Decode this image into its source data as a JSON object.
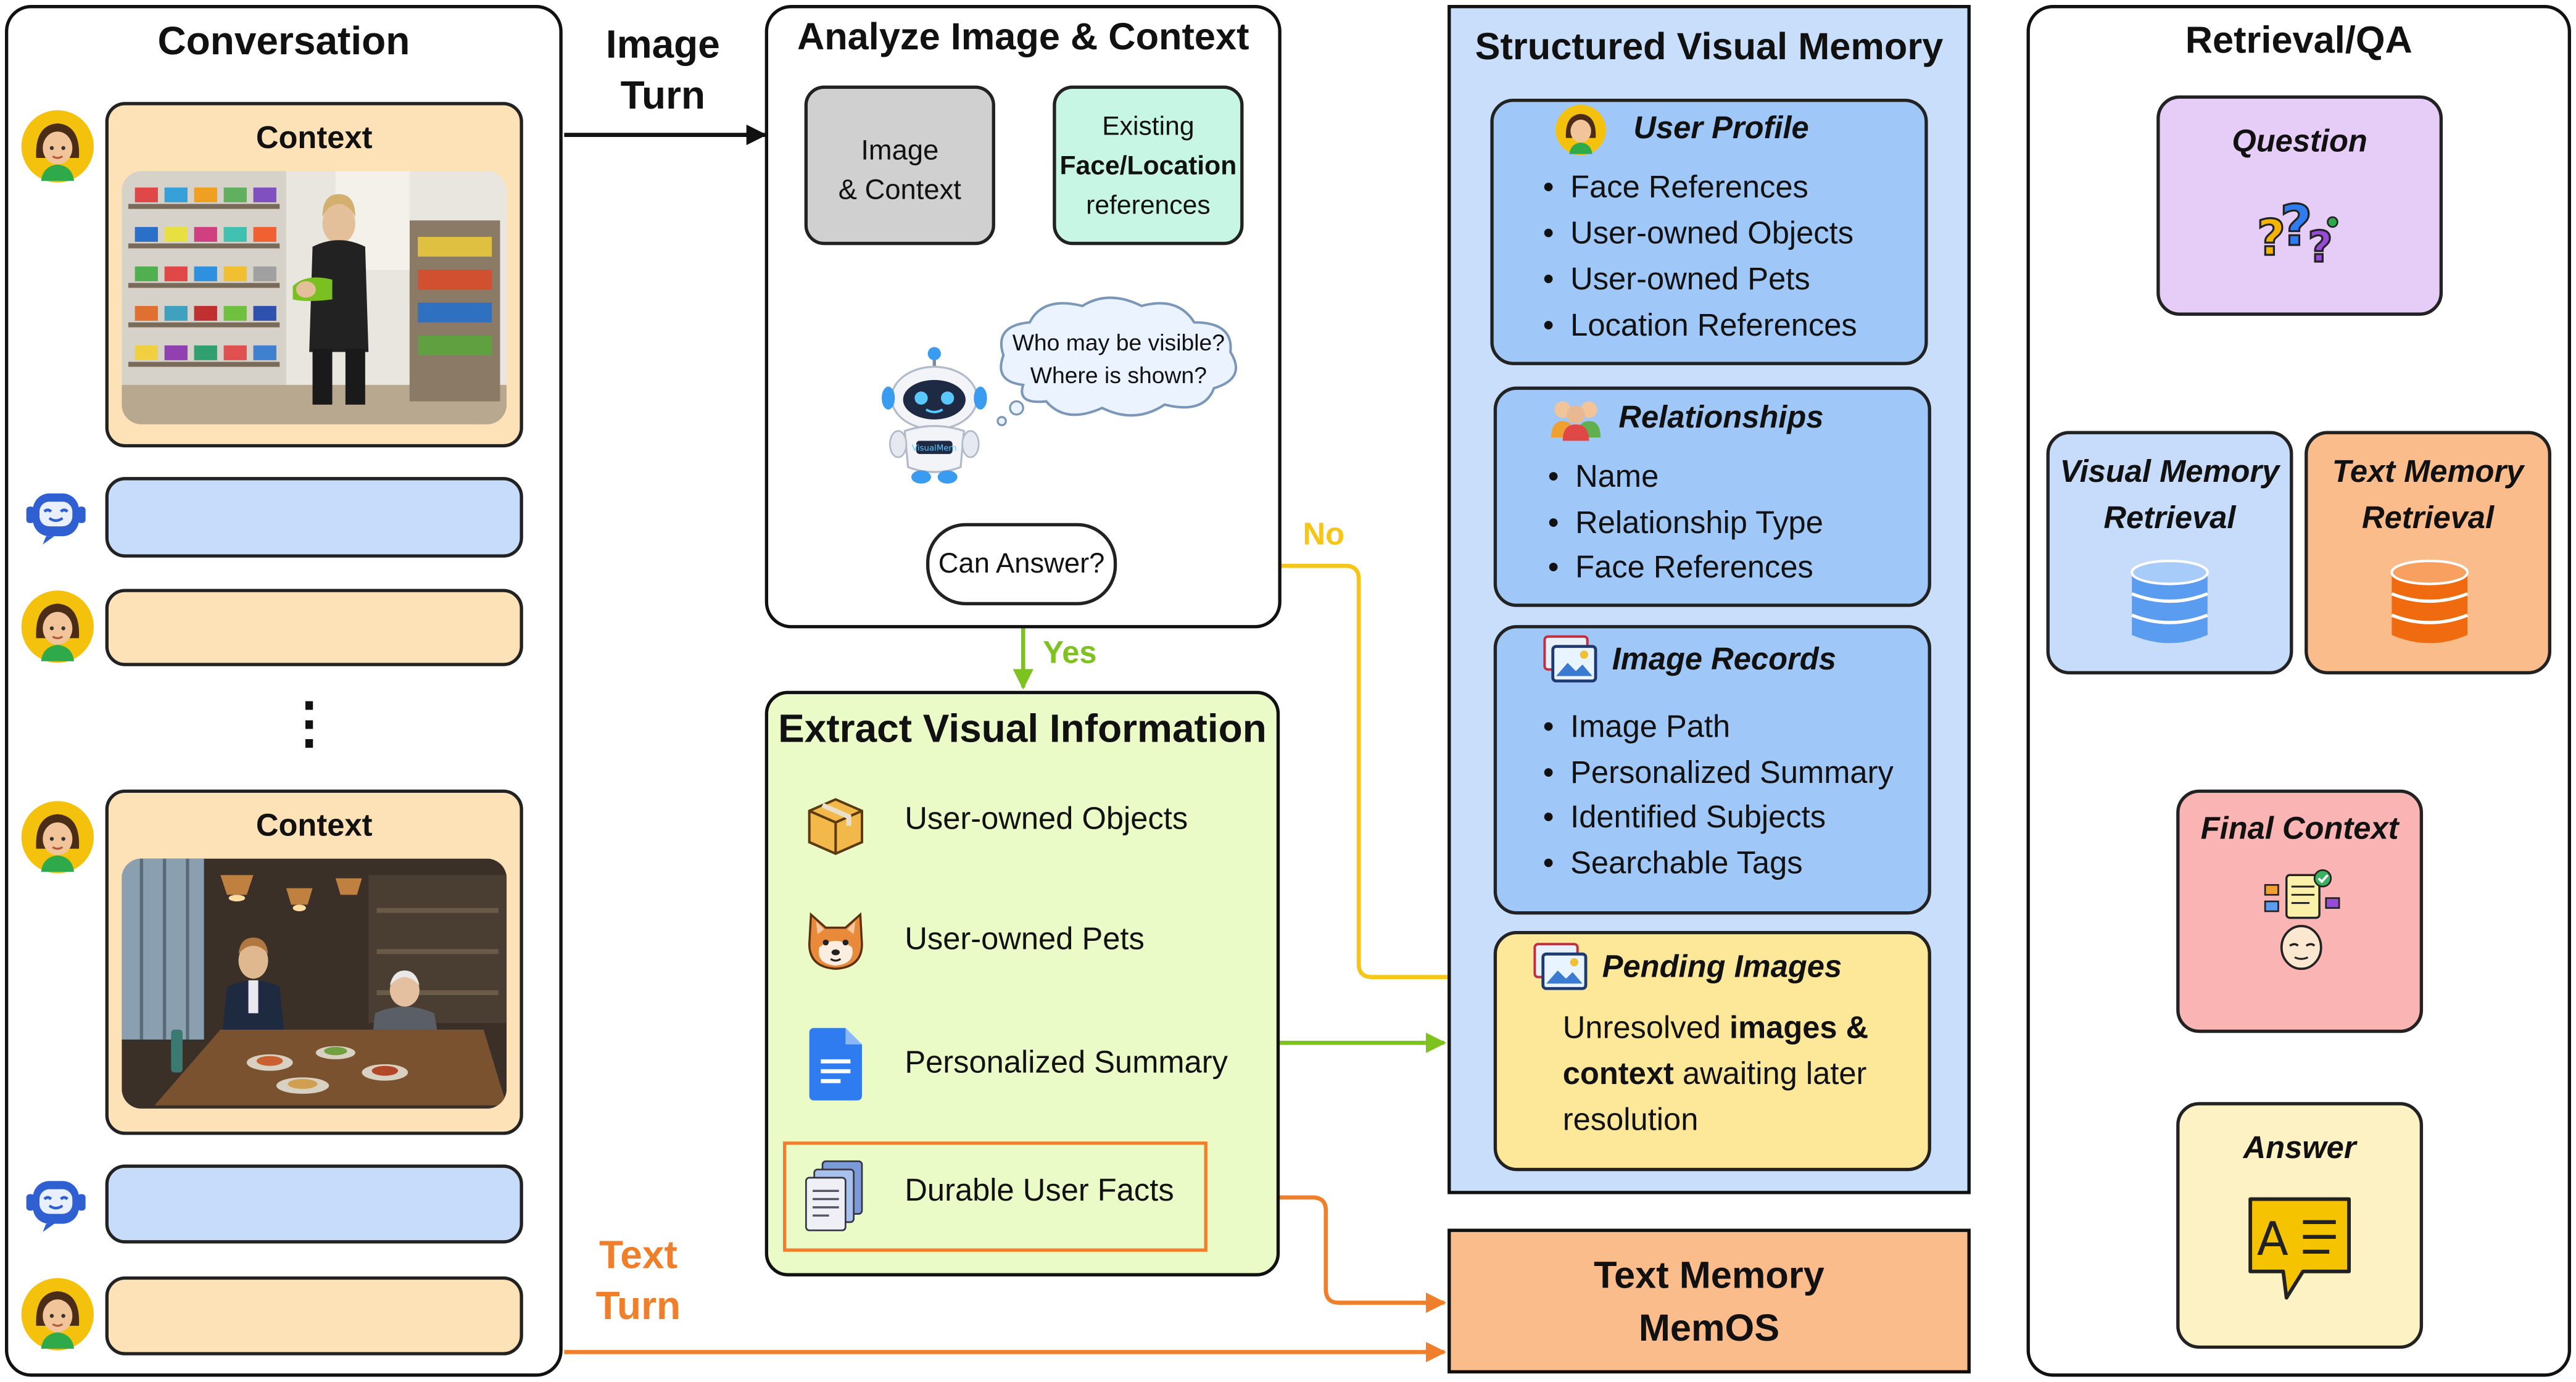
{
  "conversation": {
    "title": "Conversation",
    "context_label_1": "Context",
    "context_label_2": "Context",
    "ellipsis": "⋮"
  },
  "turn_labels": {
    "image_turn_line1": "Image",
    "image_turn_line2": "Turn",
    "text_turn_line1": "Text",
    "text_turn_line2": "Turn"
  },
  "analyze": {
    "title": "Analyze Image & Context",
    "image_context_line1": "Image",
    "image_context_line2": "& Context",
    "existing_line1": "Existing",
    "existing_line2": "Face/Location",
    "existing_line3": "references",
    "thought_line1": "Who may be visible?",
    "thought_line2": "Where is shown?",
    "robot_badge": "VisualMem",
    "can_answer": "Can Answer?",
    "no_label": "No",
    "yes_label": "Yes"
  },
  "extract": {
    "title": "Extract Visual Information",
    "items": [
      "User-owned Objects",
      "User-owned Pets",
      "Personalized Summary",
      "Durable User Facts"
    ]
  },
  "memory": {
    "title": "Structured Visual Memory",
    "user_profile": {
      "title": "User Profile",
      "items": [
        "Face References",
        "User-owned Objects",
        "User-owned Pets",
        "Location References"
      ]
    },
    "relationships": {
      "title": "Relationships",
      "items": [
        "Name",
        "Relationship Type",
        "Face References"
      ]
    },
    "image_records": {
      "title": "Image Records",
      "items": [
        "Image Path",
        "Personalized Summary",
        "Identified Subjects",
        "Searchable Tags"
      ]
    },
    "pending": {
      "title": "Pending Images",
      "line1_a": "Unresolved ",
      "line1_b": "images &",
      "line2_a": "context",
      "line2_b": " awaiting later",
      "line3": "resolution"
    }
  },
  "text_memory": {
    "line1": "Text Memory",
    "line2": "MemOS"
  },
  "retrieval": {
    "title": "Retrieval/QA",
    "question": "Question",
    "visual_line1": "Visual Memory",
    "visual_line2": "Retrieval",
    "text_line1": "Text Memory",
    "text_line2": "Retrieval",
    "final_context": "Final Context",
    "answer": "Answer"
  },
  "colors": {
    "context_fill": "#fde2b8",
    "assistant_fill": "#c7dcfb",
    "memory_bg": "#c9defb",
    "memory_sub": "#9fc7f7",
    "pending_fill": "#fde89a",
    "extract_fill": "#eafbc8",
    "text_memory_fill": "#fbbc8c",
    "question_fill": "#e6cdf7",
    "visual_ret_fill": "#c7dcfb",
    "text_ret_fill": "#fbbc8c",
    "final_fill": "#fbb4b4",
    "answer_fill": "#fdf2c4",
    "no_arrow": "#f5c518",
    "yes_arrow": "#7dc21f",
    "text_arrow": "#f07f2b"
  }
}
